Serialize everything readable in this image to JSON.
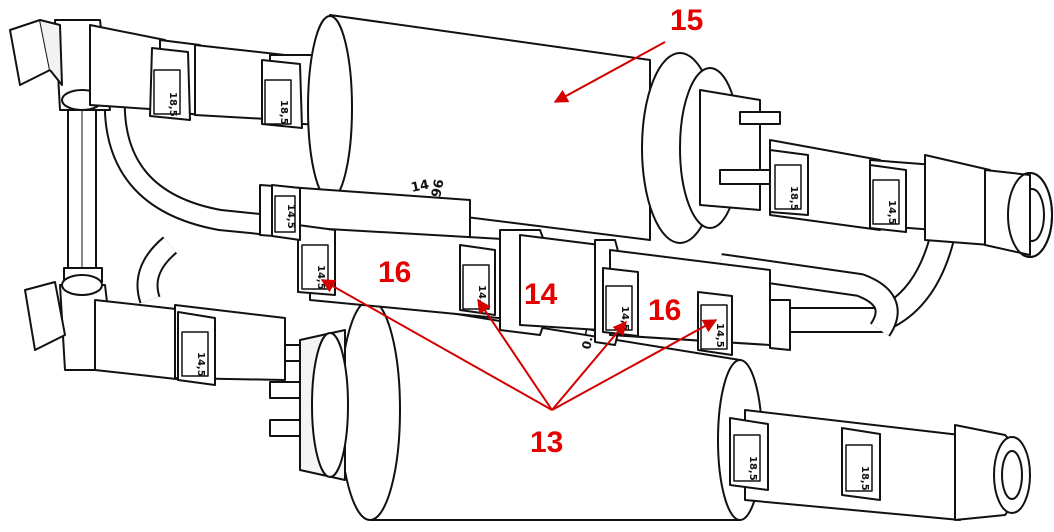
{
  "colors": {
    "line": "#111111",
    "fill": "#ffffff",
    "shade": "#ececec",
    "label": "#e50000",
    "arrow": "#d40000"
  },
  "callouts": {
    "c15": "15",
    "c16a": "16",
    "c14": "14",
    "c16b": "16",
    "c13": "13"
  },
  "clamp_marks": {
    "top_left_1": "18,5",
    "top_left_2": "18,5",
    "top_right_1": "18,5",
    "top_right_2": "14,5",
    "mid_left": "14,5",
    "mid_1": "14,5",
    "mid_2": "14,5",
    "mid_3": "14,5",
    "mid_4": "14,5",
    "lower_left": "14,5",
    "bottom_right_1": "18,5",
    "bottom_right_2": "18,5"
  },
  "part_text": {
    "upper_pump_text": "14",
    "upper_pump_text_2": "96",
    "lower_connector_text": "0.ℸ"
  }
}
